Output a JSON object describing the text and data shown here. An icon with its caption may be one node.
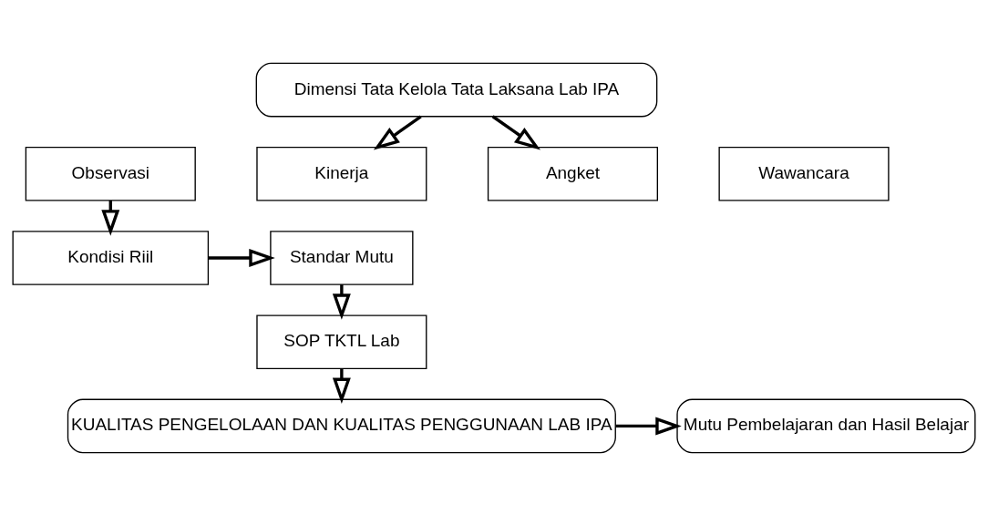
{
  "diagram": {
    "nodes": [
      {
        "text": [
          "Dimensi Tata Kelola Tata Laksana Lab IPA"
        ]
      },
      {
        "text": [
          "Observasi"
        ]
      },
      {
        "text": [
          "Kinerja"
        ]
      },
      {
        "text": [
          "Angket"
        ]
      },
      {
        "text": [
          "Wawancara"
        ]
      },
      {
        "text": [
          "Kondisi Riil"
        ]
      },
      {
        "text": [
          "Standar Mutu"
        ]
      },
      {
        "text": [
          "SOP TKTL Lab"
        ]
      },
      {
        "text": [
          "KUALITAS PENGELOLAAN DAN KUALITAS PENGGUNAAN LAB IPA"
        ]
      },
      {
        "text": [
          "Mutu Pembelajaran dan Hasil Belajar"
        ]
      }
    ],
    "edges": [
      {
        "from": 0,
        "to": 2,
        "arrow": "to"
      },
      {
        "from": 0,
        "to": 3,
        "arrow": "to"
      },
      {
        "from": 1,
        "to": 5,
        "arrow": "to"
      },
      {
        "from": 5,
        "to": 6,
        "arrow": "to"
      },
      {
        "from": 6,
        "to": 7,
        "arrow": "to"
      },
      {
        "from": 7,
        "to": 8,
        "arrow": "to"
      },
      {
        "from": 8,
        "to": 9,
        "arrow": "to"
      }
    ]
  }
}
